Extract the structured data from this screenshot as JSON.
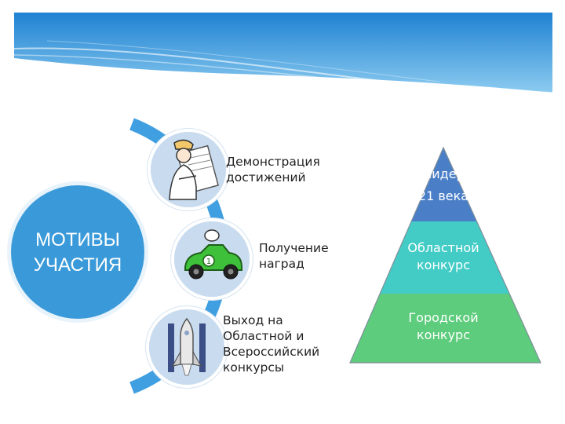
{
  "main_circle": {
    "line1": "МОТИВЫ",
    "line2": "УЧАСТИЯ",
    "color": "#3a9ad9"
  },
  "motives": [
    {
      "icon": "engineer-with-blueprint-icon",
      "line1": "Демонстрация",
      "line2": "достижений"
    },
    {
      "icon": "race-car-icon",
      "line1": "Получение",
      "line2": "наград"
    },
    {
      "icon": "space-shuttle-icon",
      "line1": "Выход на",
      "line2": "Областной и",
      "line3": "Всероссийский",
      "line4": "конкурсы"
    }
  ],
  "pyramid": {
    "tiers": [
      {
        "line1": "Лидер",
        "line2": "21 века",
        "color": "#4a7fc8"
      },
      {
        "line1": "Областной",
        "line2": "конкурс",
        "color": "#43ccc6"
      },
      {
        "line1": "Городской",
        "line2": "конкурс",
        "color": "#5dcc7c"
      }
    ]
  },
  "colors": {
    "banner_top": "#1f82d2",
    "banner_bottom": "#7ec4ee",
    "connector": "#3f9fe0"
  }
}
